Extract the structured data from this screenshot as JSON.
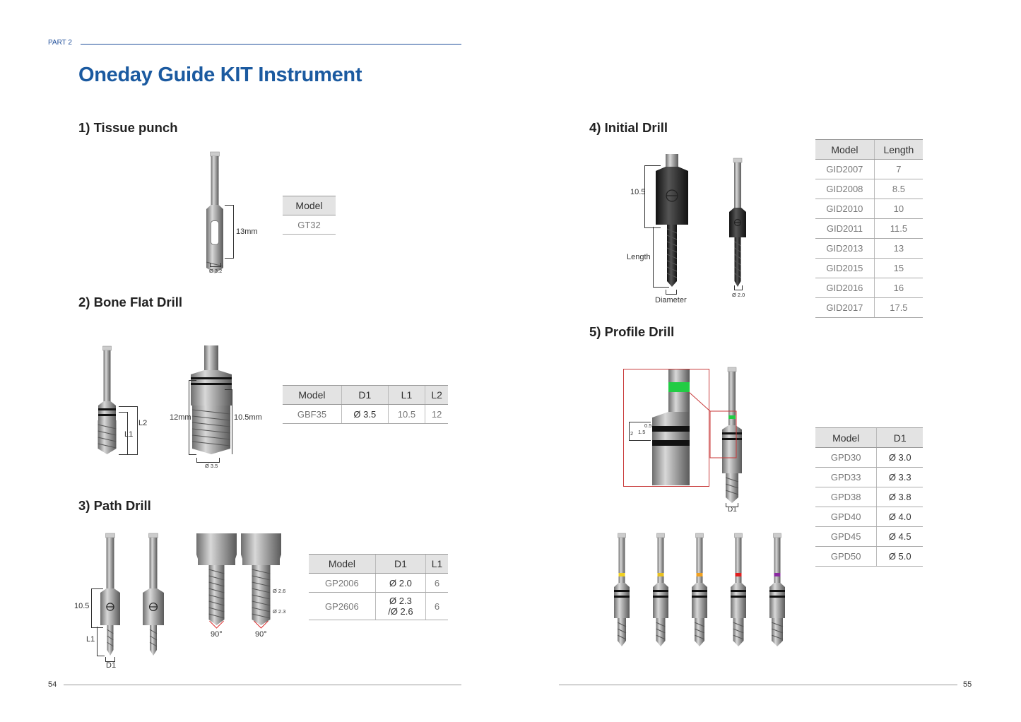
{
  "header": {
    "part": "PART 2",
    "title": "Oneday Guide KIT Instrument"
  },
  "sections": {
    "tissue_punch": {
      "heading": "1) Tissue punch",
      "labels": {
        "length": "13mm",
        "diameter": "Ø 3.2"
      },
      "table": {
        "headers": [
          "Model"
        ],
        "rows": [
          [
            "GT32"
          ]
        ]
      }
    },
    "bone_flat_drill": {
      "heading": "2) Bone Flat Drill",
      "labels": {
        "l1": "L1",
        "l2": "L2",
        "l2_mm": "12mm",
        "l1_mm": "10.5mm",
        "diameter": "Ø 3.5"
      },
      "table": {
        "headers": [
          "Model",
          "D1",
          "L1",
          "L2"
        ],
        "rows": [
          [
            "GBF35",
            "Ø 3.5",
            "10.5",
            "12"
          ]
        ]
      }
    },
    "path_drill": {
      "heading": "3) Path Drill",
      "labels": {
        "collar": "10.5",
        "l1": "L1",
        "d1": "D1",
        "angle1": "90°",
        "angle2": "90°",
        "d_upper": "Ø 2.6",
        "d_lower": "Ø 2.3"
      },
      "table": {
        "headers": [
          "Model",
          "D1",
          "L1"
        ],
        "rows": [
          [
            "GP2006",
            "Ø 2.0",
            "6"
          ],
          [
            "GP2606",
            "Ø 2.3\n/Ø 2.6",
            "6"
          ]
        ]
      }
    },
    "initial_drill": {
      "heading": "4) Initial Drill",
      "labels": {
        "collar": "10.5",
        "length": "Length",
        "diameter": "Diameter",
        "d2": "Ø 2.0"
      },
      "table": {
        "headers": [
          "Model",
          "Length"
        ],
        "rows": [
          [
            "GID2007",
            "7"
          ],
          [
            "GID2008",
            "8.5"
          ],
          [
            "GID2010",
            "10"
          ],
          [
            "GID2011",
            "11.5"
          ],
          [
            "GID2013",
            "13"
          ],
          [
            "GID2015",
            "15"
          ],
          [
            "GID2016",
            "16"
          ],
          [
            "GID2017",
            "17.5"
          ]
        ]
      }
    },
    "profile_drill": {
      "heading": "5) Profile Drill",
      "labels": {
        "dim_2": "2",
        "dim_15": "1.5",
        "dim_05": "0.5",
        "d1": "D1"
      },
      "band_colors": [
        "#f0d020",
        "#e8c020",
        "#f0a020",
        "#e02020",
        "#8a2aa0"
      ],
      "zoom_band_color": "#22cc44",
      "table": {
        "headers": [
          "Model",
          "D1"
        ],
        "rows": [
          [
            "GPD30",
            "Ø 3.0"
          ],
          [
            "GPD33",
            "Ø 3.3"
          ],
          [
            "GPD38",
            "Ø 3.8"
          ],
          [
            "GPD40",
            "Ø 4.0"
          ],
          [
            "GPD45",
            "Ø 4.5"
          ],
          [
            "GPD50",
            "Ø 5.0"
          ]
        ]
      }
    }
  },
  "footer": {
    "page_left": "54",
    "page_right": "55"
  },
  "colors": {
    "brand": "#1b5aa0",
    "accent_line": "#1f4e9a",
    "zoom_box": "#c83a3a"
  }
}
